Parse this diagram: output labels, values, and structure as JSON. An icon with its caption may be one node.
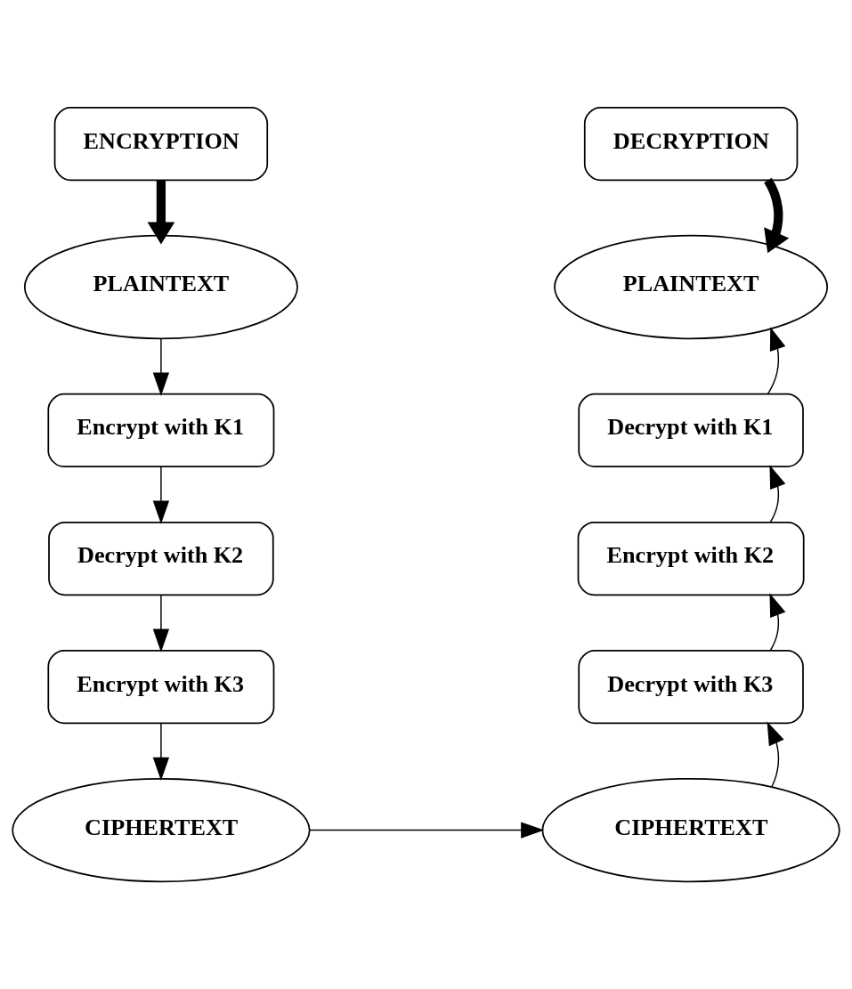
{
  "diagram": {
    "nodes": [
      {
        "text": [
          "ENCRYPTION"
        ]
      },
      {
        "text": [
          "PLAINTEXT"
        ]
      },
      {
        "text": [
          "Encrypt with K1"
        ]
      },
      {
        "text": [
          "Decrypt with K2"
        ]
      },
      {
        "text": [
          "Encrypt with K3"
        ]
      },
      {
        "text": [
          "CIPHERTEXT"
        ]
      },
      {
        "text": [
          "DECRYPTION"
        ]
      },
      {
        "text": [
          "PLAINTEXT"
        ]
      },
      {
        "text": [
          "Decrypt with K1"
        ]
      },
      {
        "text": [
          "Encrypt with K2"
        ]
      },
      {
        "text": [
          "Decrypt with K3"
        ]
      },
      {
        "text": [
          "CIPHERTEXT"
        ]
      }
    ],
    "edges": [
      {
        "from": 0,
        "to": 1,
        "arrow": "to",
        "style": "thick"
      },
      {
        "from": 1,
        "to": 2,
        "arrow": "to"
      },
      {
        "from": 2,
        "to": 3,
        "arrow": "to"
      },
      {
        "from": 3,
        "to": 4,
        "arrow": "to"
      },
      {
        "from": 4,
        "to": 5,
        "arrow": "to"
      },
      {
        "from": 5,
        "to": 11,
        "arrow": "to"
      },
      {
        "from": 6,
        "to": 7,
        "arrow": "to",
        "style": "thick"
      },
      {
        "from": 11,
        "to": 10,
        "arrow": "to"
      },
      {
        "from": 10,
        "to": 9,
        "arrow": "to"
      },
      {
        "from": 9,
        "to": 8,
        "arrow": "to"
      },
      {
        "from": 8,
        "to": 7,
        "arrow": "to"
      }
    ]
  }
}
